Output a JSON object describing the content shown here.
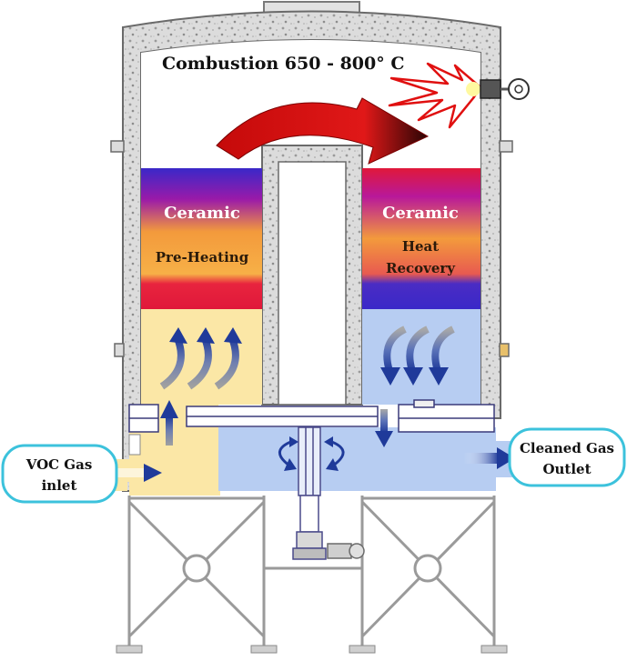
{
  "header": {
    "title": "Combustion 650 - 800° C"
  },
  "left_bed": {
    "material": "Ceramic",
    "function": "Pre-Heating"
  },
  "right_bed": {
    "material": "Ceramic",
    "function_line1": "Heat",
    "function_line2": "Recovery"
  },
  "inlet": {
    "line1": "VOC Gas",
    "line2": "inlet"
  },
  "outlet": {
    "line1": "Cleaned Gas",
    "line2": "Outlet"
  },
  "colors": {
    "bed_blue": "#3a28c8",
    "bed_purple": "#a01aa8",
    "bed_red": "#e0183a",
    "bed_orange": "#f6a23c",
    "inlet_zone": "#fbe7a6",
    "outlet_zone": "#b7cdf2",
    "flame_arrow": "#d81010",
    "callout_border": "#3cc2dc"
  }
}
